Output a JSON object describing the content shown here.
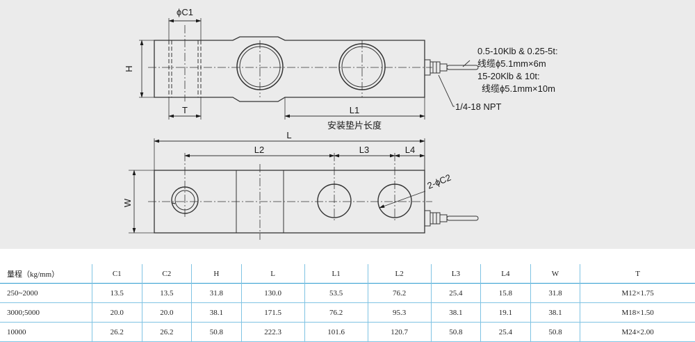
{
  "drawing": {
    "labels": {
      "phi_c1": "ϕC1",
      "h": "H",
      "t": "T",
      "l1": "L1",
      "pad_length": "安装垫片长度",
      "l": "L",
      "l2": "L2",
      "l3": "L3",
      "l4": "L4",
      "w": "W",
      "phi_c2": "2-ϕC2",
      "npt": "1/4-18 NPT"
    },
    "cable_note": [
      "0.5-10Klb & 0.25-5t:",
      "线缆ϕ5.1mm×6m",
      "15-20Klb & 10t:",
      "线缆ϕ5.1mm×10m"
    ]
  },
  "table": {
    "headers": [
      "量程（kg/mm）",
      "C1",
      "C2",
      "H",
      "L",
      "L1",
      "L2",
      "L3",
      "L4",
      "W",
      "T"
    ],
    "rows": [
      [
        "250~2000",
        "13.5",
        "13.5",
        "31.8",
        "130.0",
        "53.5",
        "76.2",
        "25.4",
        "15.8",
        "31.8",
        "M12×1.75"
      ],
      [
        "3000;5000",
        "20.0",
        "20.0",
        "38.1",
        "171.5",
        "76.2",
        "95.3",
        "38.1",
        "19.1",
        "38.1",
        "M18×1.50"
      ],
      [
        "10000",
        "26.2",
        "26.2",
        "50.8",
        "222.3",
        "101.6",
        "120.7",
        "50.8",
        "25.4",
        "50.8",
        "M24×2.00"
      ]
    ]
  }
}
